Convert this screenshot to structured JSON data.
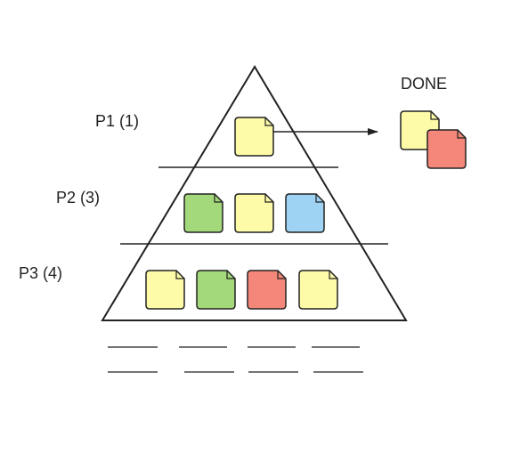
{
  "levels": [
    {
      "label": "P1 (1)",
      "notes": [
        "yellow"
      ]
    },
    {
      "label": "P2 (3)",
      "notes": [
        "green",
        "yellow",
        "blue"
      ]
    },
    {
      "label": "P3 (4)",
      "notes": [
        "yellow",
        "green",
        "red",
        "yellow"
      ]
    }
  ],
  "done": {
    "label": "DONE",
    "notes": [
      "yellow",
      "red"
    ]
  },
  "colors": {
    "yellow": "#fdfaa8",
    "green": "#a3d97a",
    "blue": "#9fd3f3",
    "red": "#f5877a",
    "stroke": "#222222"
  },
  "backlog": {
    "rows": 2,
    "columns": 4
  }
}
